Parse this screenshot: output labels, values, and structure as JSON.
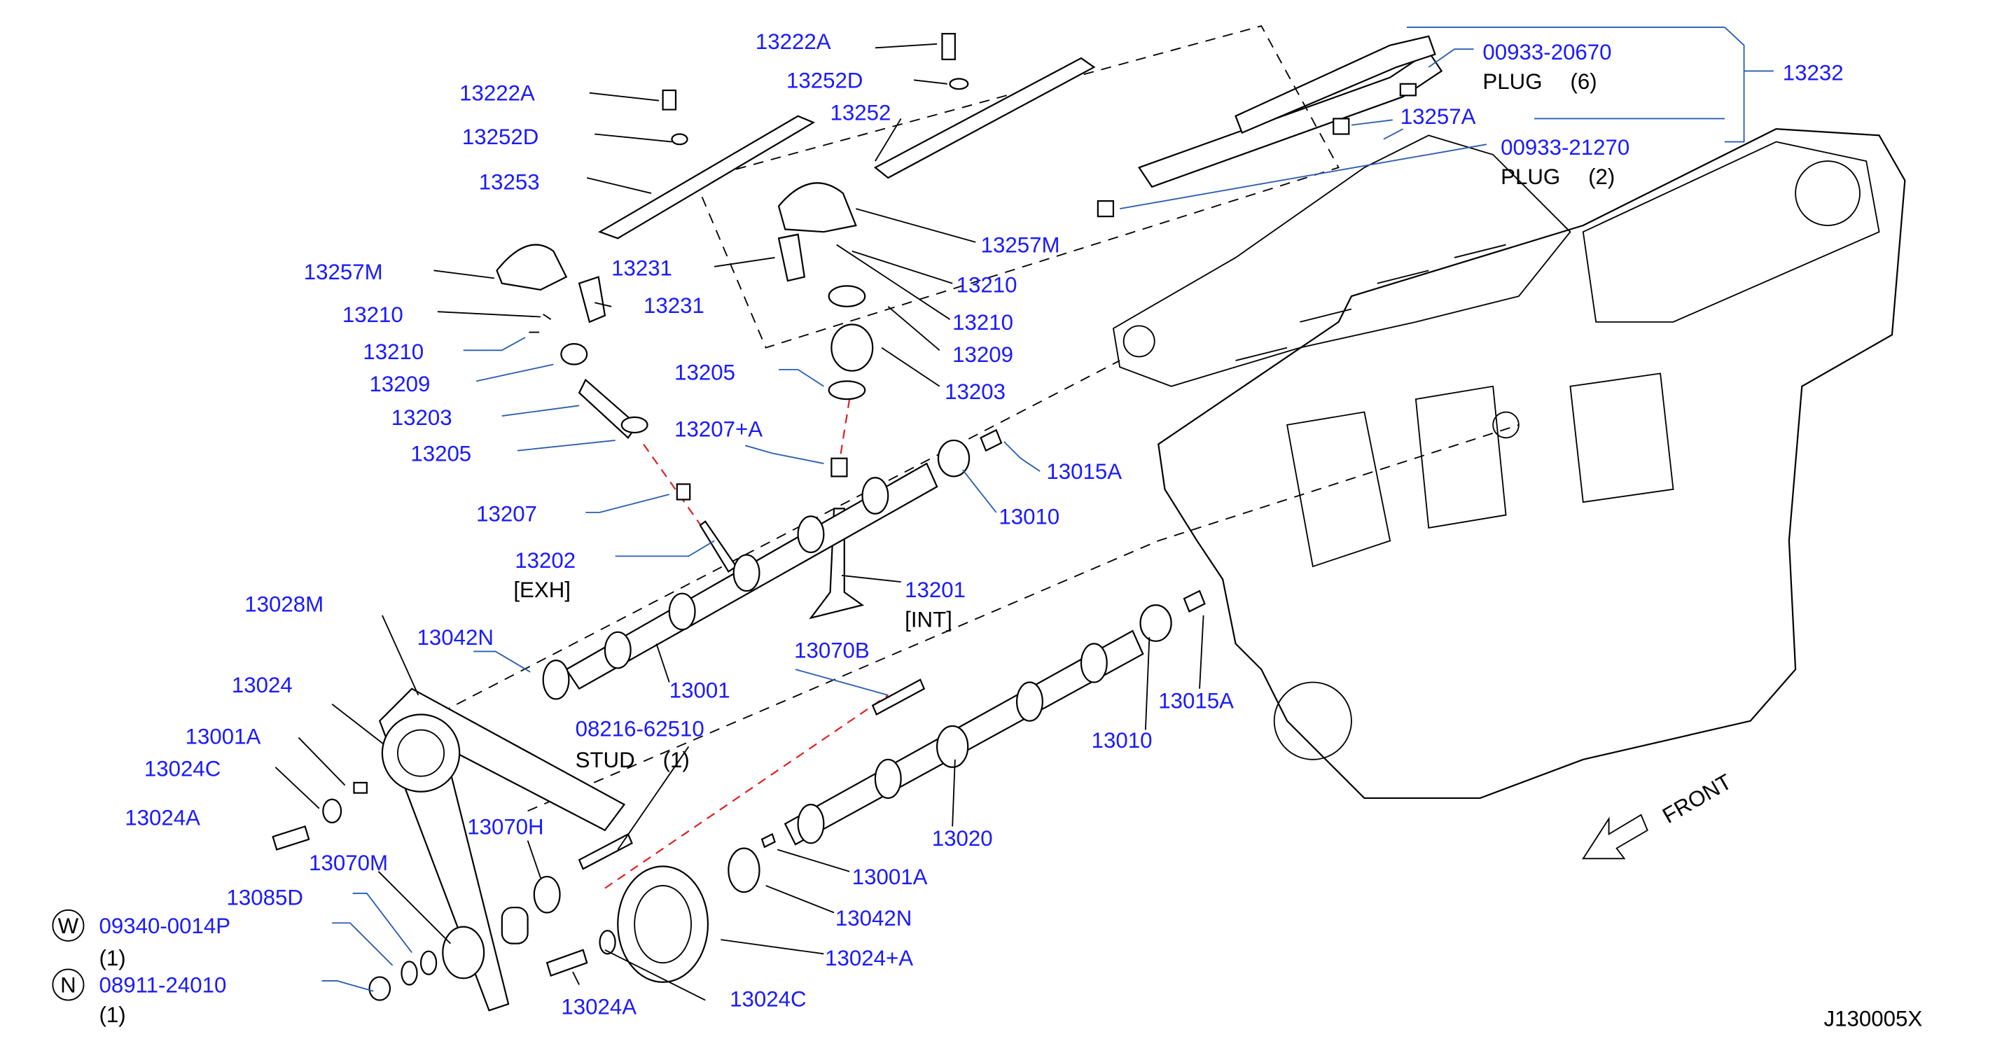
{
  "diagram_id": "J130005X",
  "front_label": "FRONT",
  "legend": {
    "w_symbol": "W",
    "w_part": "09340-0014P",
    "w_qty": "(1)",
    "n_symbol": "N",
    "n_part": "08911-24010",
    "n_qty": "(1)"
  },
  "colors": {
    "part_number": "#1a1aff",
    "note": "#000000",
    "red_dash": "#e02020",
    "leader_blue": "#2a5db0"
  },
  "labels": [
    {
      "text": "13222A"
    },
    {
      "text": "13252D"
    },
    {
      "text": "13252"
    },
    {
      "text": "13222A"
    },
    {
      "text": "13252D"
    },
    {
      "text": "13253"
    },
    {
      "text": "13257M"
    },
    {
      "text": "13231"
    },
    {
      "text": "13231"
    },
    {
      "text": "13210"
    },
    {
      "text": "13210"
    },
    {
      "text": "13209"
    },
    {
      "text": "13203"
    },
    {
      "text": "13205"
    },
    {
      "text": "13207"
    },
    {
      "text": "13202"
    },
    {
      "text": "[EXH]"
    },
    {
      "text": "13257M"
    },
    {
      "text": "13210"
    },
    {
      "text": "13210"
    },
    {
      "text": "13209"
    },
    {
      "text": "13203"
    },
    {
      "text": "13205"
    },
    {
      "text": "13207+A"
    },
    {
      "text": "13015A"
    },
    {
      "text": "13010"
    },
    {
      "text": "13201"
    },
    {
      "text": "[INT]"
    },
    {
      "text": "13028M"
    },
    {
      "text": "13042N"
    },
    {
      "text": "13001"
    },
    {
      "text": "13070B"
    },
    {
      "text": "08216-62510"
    },
    {
      "text": "STUD"
    },
    {
      "text": "(1)"
    },
    {
      "text": "13024"
    },
    {
      "text": "13001A"
    },
    {
      "text": "13024C"
    },
    {
      "text": "13024A"
    },
    {
      "text": "13070H"
    },
    {
      "text": "13070M"
    },
    {
      "text": "13085D"
    },
    {
      "text": "13024A"
    },
    {
      "text": "13024C"
    },
    {
      "text": "13024+A"
    },
    {
      "text": "13042N"
    },
    {
      "text": "13001A"
    },
    {
      "text": "13020"
    },
    {
      "text": "13010"
    },
    {
      "text": "13015A"
    },
    {
      "text": "00933-20670"
    },
    {
      "text": "PLUG"
    },
    {
      "text": "(6)"
    },
    {
      "text": "13232"
    },
    {
      "text": "13257A"
    },
    {
      "text": "00933-21270"
    },
    {
      "text": "PLUG"
    },
    {
      "text": "(2)"
    }
  ]
}
